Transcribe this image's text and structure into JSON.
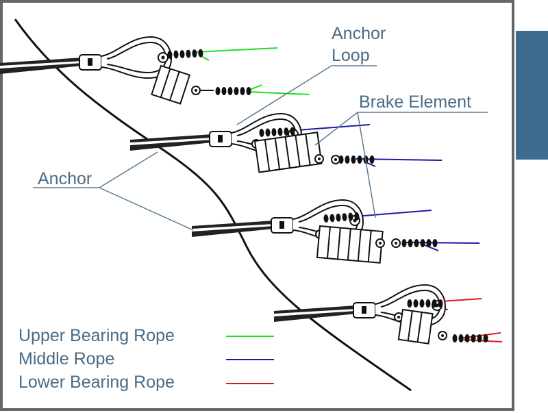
{
  "labels": {
    "anchor_loop_line1": "Anchor",
    "anchor_loop_line2": "Loop",
    "brake_element": "Brake Element",
    "anchor": "Anchor"
  },
  "legend": [
    {
      "label": "Upper Bearing Rope",
      "color": "#22dd22"
    },
    {
      "label": "Middle Rope",
      "color": "#1a1aa6"
    },
    {
      "label": "Lower Bearing Rope",
      "color": "#dd1a1a"
    }
  ],
  "colors": {
    "label_text": "#4a6b85",
    "side_panel": "#3d6b8f",
    "frame": "#666666",
    "upper_rope": "#22dd22",
    "middle_rope": "#1a1aa6",
    "lower_rope": "#dd1a1a"
  }
}
